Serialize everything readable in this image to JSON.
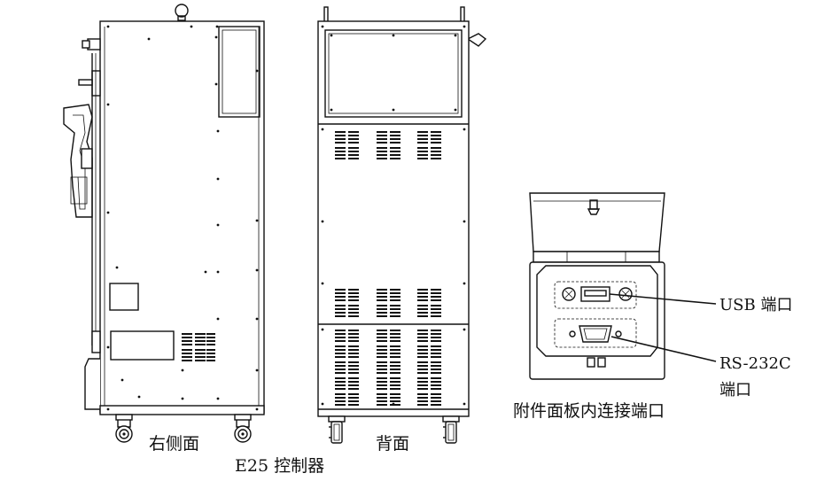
{
  "labels": {
    "right_side": "右侧面",
    "back": "背面",
    "controller": "E25 控制器",
    "panel_caption": "附件面板内连接端口",
    "usb_port": "USB 端口",
    "rs232c_line1": "RS-232C",
    "rs232c_line2": "端口"
  }
}
